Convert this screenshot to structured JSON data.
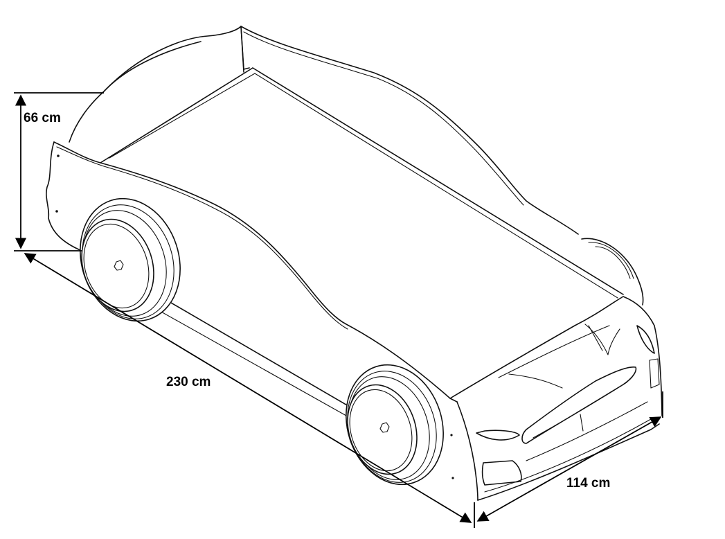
{
  "diagram": {
    "subject": "car-bed",
    "line_color": "#111111",
    "background": "#ffffff"
  },
  "dimensions": {
    "height_label": "66 cm",
    "length_label": "230 cm",
    "width_label": "114 cm"
  }
}
